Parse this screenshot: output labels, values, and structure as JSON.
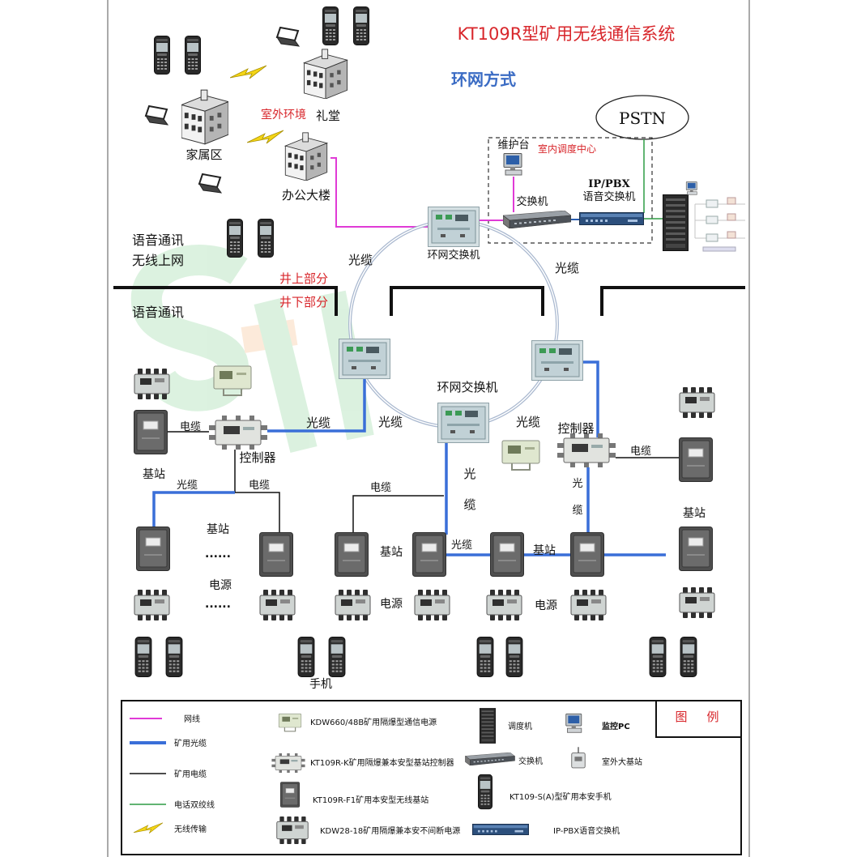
{
  "title": "KT109R型矿用无线通信系统",
  "subtitle": "环网方式",
  "surface": {
    "outdoor": "室外环境",
    "auditorium": "礼堂",
    "residential": "家属区",
    "office_building": "办公大楼",
    "pstn": "PSTN",
    "maintenance": "维护台",
    "dispatch_center": "室内调度中心",
    "ippbx_line1": "IP/PBX",
    "ippbx_line2": "语音交换机",
    "switch": "交换机",
    "ring_switch": "环网交换机",
    "voice": "语音通讯",
    "wireless_internet": "无线上网",
    "fiber_left": "光缆",
    "fiber_right": "光缆"
  },
  "boundary": {
    "above": "井上部分",
    "below": "井下部分"
  },
  "underground": {
    "voice": "语音通讯",
    "ring_switch": "环网交换机",
    "fiber_ctrl": "光缆",
    "fiber_ring_left": "光缆",
    "fiber_ring_right": "光缆",
    "cable_left": "电缆",
    "controller_left": "控制器",
    "controller_right": "控制器",
    "base_station_left": "基站",
    "fiber_branch": "光缆",
    "cable_branch": "电缆",
    "cable_mid": "电缆",
    "fiber_vert_1": "光",
    "fiber_vert_2": "缆",
    "fiber_vert_right_1": "光",
    "fiber_vert_right_2": "缆",
    "cable_right": "电缆",
    "base_station_right": "基站",
    "base_station_a": "基站",
    "ellipsis_a": "......",
    "power_a": "电源",
    "ellipsis_b": "......",
    "base_station_b": "基站",
    "fiber_link": "光缆",
    "base_station_c": "基站",
    "power_b": "电源",
    "power_c": "电源",
    "handset": "手机"
  },
  "legend": {
    "title_1": "图",
    "title_2": "例",
    "network_cable": "网线",
    "mine_fiber": "矿用光缆",
    "mine_cable": "矿用电缆",
    "phone_twisted_pair": "电话双绞线",
    "wireless": "无线传输",
    "psu_kdw660": "KDW660/48B矿用隔爆型通信电源",
    "controller_k": "KT109R-K矿用隔爆兼本安型基站控制器",
    "base_station_f1": "KT109R-F1矿用本安型无线基站",
    "ups_kdw28": "KDW28-18矿用隔爆兼本安不间断电源",
    "dispatcher": "调度机",
    "switch": "交换机",
    "handset": "KT109-S(A)型矿用本安手机",
    "ippbx": "IP-PBX语音交换机",
    "monitor_pc": "监控PC",
    "outdoor_bs": "室外大基站"
  },
  "colors": {
    "title": "#d8262b",
    "subtitle": "#3b6cc4",
    "network_cable": "#e03ad6",
    "mine_fiber": "#3a6fd8",
    "mine_cable": "#111111",
    "phone_twisted_pair": "#2e9c44",
    "wireless": "#f2d21b"
  }
}
